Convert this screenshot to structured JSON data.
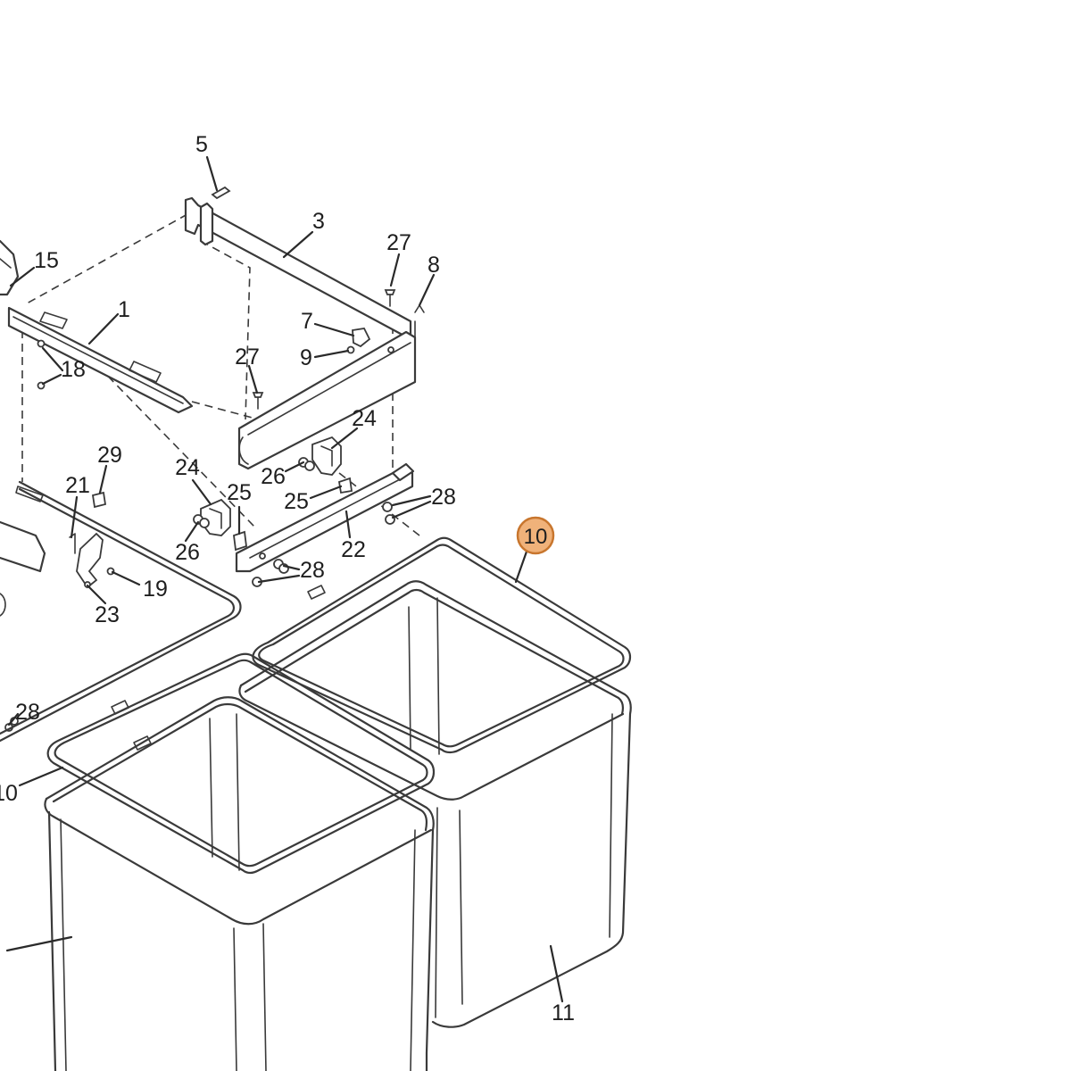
{
  "diagram": {
    "highlighted_part": "10",
    "callouts": [
      "5",
      "3",
      "27",
      "8",
      "15",
      "1",
      "7",
      "9",
      "18",
      "27",
      "24",
      "29",
      "21",
      "24",
      "26",
      "25",
      "25",
      "28",
      "22",
      "26",
      "28",
      "19",
      "23",
      "28",
      "10",
      "11",
      "10"
    ]
  }
}
